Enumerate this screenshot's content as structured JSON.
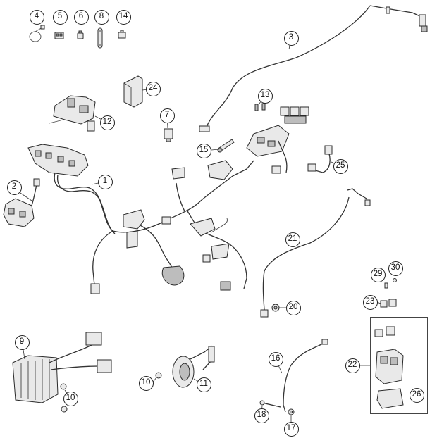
{
  "diagram": {
    "callouts": [
      {
        "id": "c4",
        "label": "4"
      },
      {
        "id": "c5",
        "label": "5"
      },
      {
        "id": "c6",
        "label": "6"
      },
      {
        "id": "c8",
        "label": "8"
      },
      {
        "id": "c14",
        "label": "14"
      },
      {
        "id": "c3",
        "label": "3"
      },
      {
        "id": "c24",
        "label": "24"
      },
      {
        "id": "c13",
        "label": "13"
      },
      {
        "id": "c12",
        "label": "12"
      },
      {
        "id": "c7",
        "label": "7"
      },
      {
        "id": "c15",
        "label": "15"
      },
      {
        "id": "c25",
        "label": "25"
      },
      {
        "id": "c1",
        "label": "1"
      },
      {
        "id": "c2",
        "label": "2"
      },
      {
        "id": "c21",
        "label": "21"
      },
      {
        "id": "c29",
        "label": "29"
      },
      {
        "id": "c30",
        "label": "30"
      },
      {
        "id": "c23",
        "label": "23"
      },
      {
        "id": "c20",
        "label": "20"
      },
      {
        "id": "c9",
        "label": "9"
      },
      {
        "id": "c16",
        "label": "16"
      },
      {
        "id": "c22",
        "label": "22"
      },
      {
        "id": "c10a",
        "label": "10"
      },
      {
        "id": "c11",
        "label": "11"
      },
      {
        "id": "c10b",
        "label": "10"
      },
      {
        "id": "c26",
        "label": "26"
      },
      {
        "id": "c18",
        "label": "18"
      },
      {
        "id": "c17",
        "label": "17"
      }
    ]
  }
}
